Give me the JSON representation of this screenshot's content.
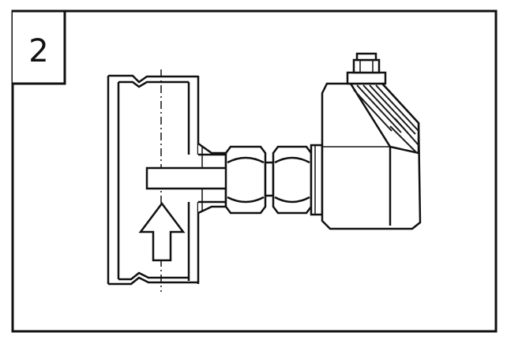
{
  "figure": {
    "step_number": "2",
    "colors": {
      "stroke": "#111111",
      "background": "#ffffff",
      "hatch": "#1a1a1a"
    },
    "icons": [
      "pipe-section",
      "flow-arrow-icon",
      "sensor-probe",
      "hex-nut",
      "sensor-housing",
      "connector-plug"
    ]
  }
}
